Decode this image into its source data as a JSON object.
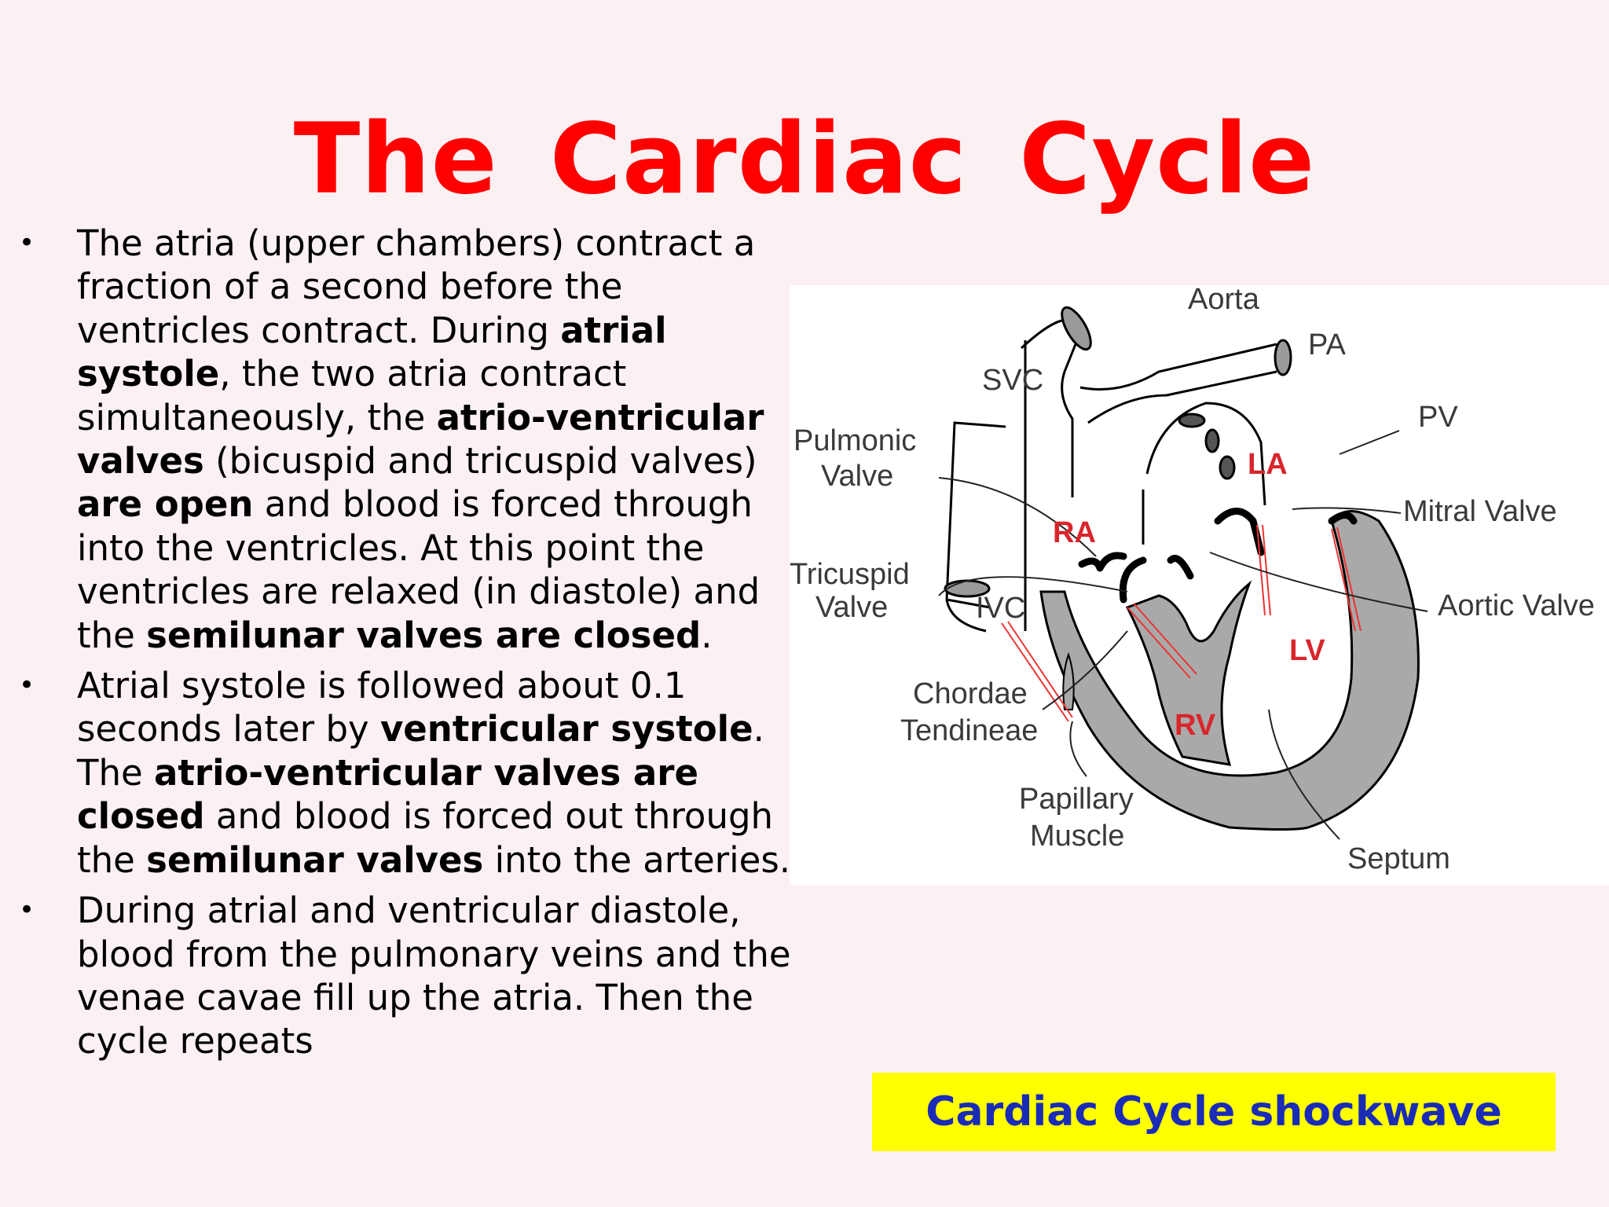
{
  "slide": {
    "title": "The Cardiac Cycle",
    "bullets": [
      [
        {
          "t": "The atria (upper chambers) contract a fraction of a second before the ventricles contract. During ",
          "b": false
        },
        {
          "t": "atrial systole",
          "b": true
        },
        {
          "t": ", the two atria contract simultaneously, the ",
          "b": false
        },
        {
          "t": "atrio-ventricular valves",
          "b": true
        },
        {
          "t": " (bicuspid and tricuspid valves) ",
          "b": false
        },
        {
          "t": "are open",
          "b": true
        },
        {
          "t": " and blood is forced through into the ventricles. At this point the ventricles are relaxed (in diastole) and the ",
          "b": false
        },
        {
          "t": "semilunar valves are closed",
          "b": true
        },
        {
          "t": ".",
          "b": false
        }
      ],
      [
        {
          "t": "Atrial systole is followed about 0.1 seconds later by ",
          "b": false
        },
        {
          "t": "ventricular systole",
          "b": true
        },
        {
          "t": ". The ",
          "b": false
        },
        {
          "t": "atrio-ventricular valves are closed",
          "b": true
        },
        {
          "t": " and blood is forced out through the ",
          "b": false
        },
        {
          "t": "semilunar valves",
          "b": true
        },
        {
          "t": " into the arteries.",
          "b": false
        }
      ],
      [
        {
          "t": "During atrial and ventricular diastole, blood from the pulmonary veins and the venae cavae fill up the atria. Then the cycle repeats",
          "b": false
        }
      ]
    ],
    "link_button": "Cardiac Cycle shockwave"
  },
  "diagram": {
    "labels": {
      "aorta": "Aorta",
      "pa": "PA",
      "svc": "SVC",
      "pv": "PV",
      "pulmonic_valve_1": "Pulmonic",
      "pulmonic_valve_2": "Valve",
      "la": "LA",
      "ra": "RA",
      "mitral_valve": "Mitral Valve",
      "tricuspid_valve_1": "Tricuspid",
      "tricuspid_valve_2": "Valve",
      "ivc": "IVC",
      "aortic_valve": "Aortic Valve",
      "lv": "LV",
      "chordae_1": "Chordae",
      "chordae_2": "Tendineae",
      "rv": "RV",
      "papillary_1": "Papillary",
      "papillary_2": "Muscle",
      "septum": "Septum"
    }
  },
  "colors": {
    "title": "#ff0000",
    "chamber_labels": "#d8262c",
    "muscle": "#a9a9a9",
    "link_bg": "#ffff00",
    "link_text": "#1a2bb8"
  }
}
